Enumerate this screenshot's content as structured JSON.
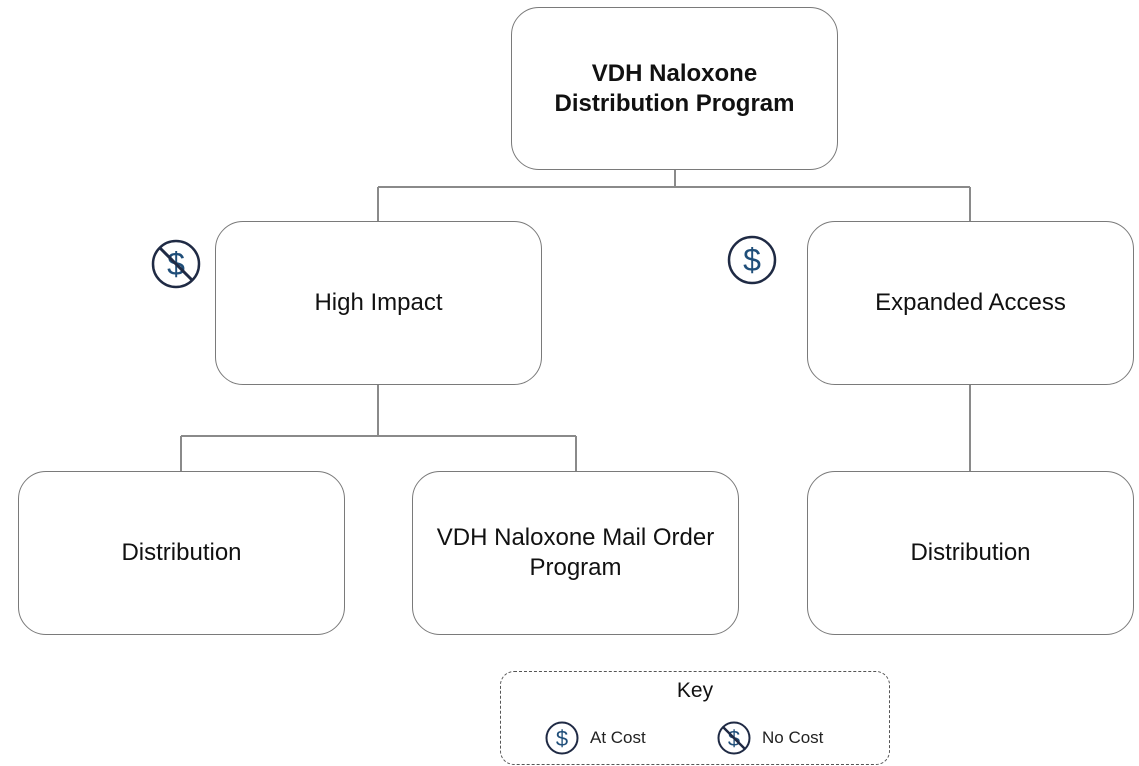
{
  "nodes": {
    "root": {
      "label_line1": "VDH Naloxone",
      "label_line2": "Distribution Program"
    },
    "high_impact": {
      "label": "High Impact",
      "cost_icon": "no-cost-icon"
    },
    "expanded_access": {
      "label": "Expanded Access",
      "cost_icon": "at-cost-icon"
    },
    "high_impact_distribution": {
      "label": "Distribution"
    },
    "mail_order": {
      "label_line1": "VDH Naloxone Mail Order",
      "label_line2": "Program"
    },
    "expanded_distribution": {
      "label": "Distribution"
    }
  },
  "key": {
    "title": "Key",
    "items": [
      {
        "icon": "at-cost-icon",
        "label": "At Cost"
      },
      {
        "icon": "no-cost-icon",
        "label": "No Cost"
      }
    ]
  },
  "colors": {
    "box_border": "#7a7a7a",
    "connector": "#8a8a8a",
    "icon_stroke": "#1f2a44",
    "key_border": "#555555"
  }
}
